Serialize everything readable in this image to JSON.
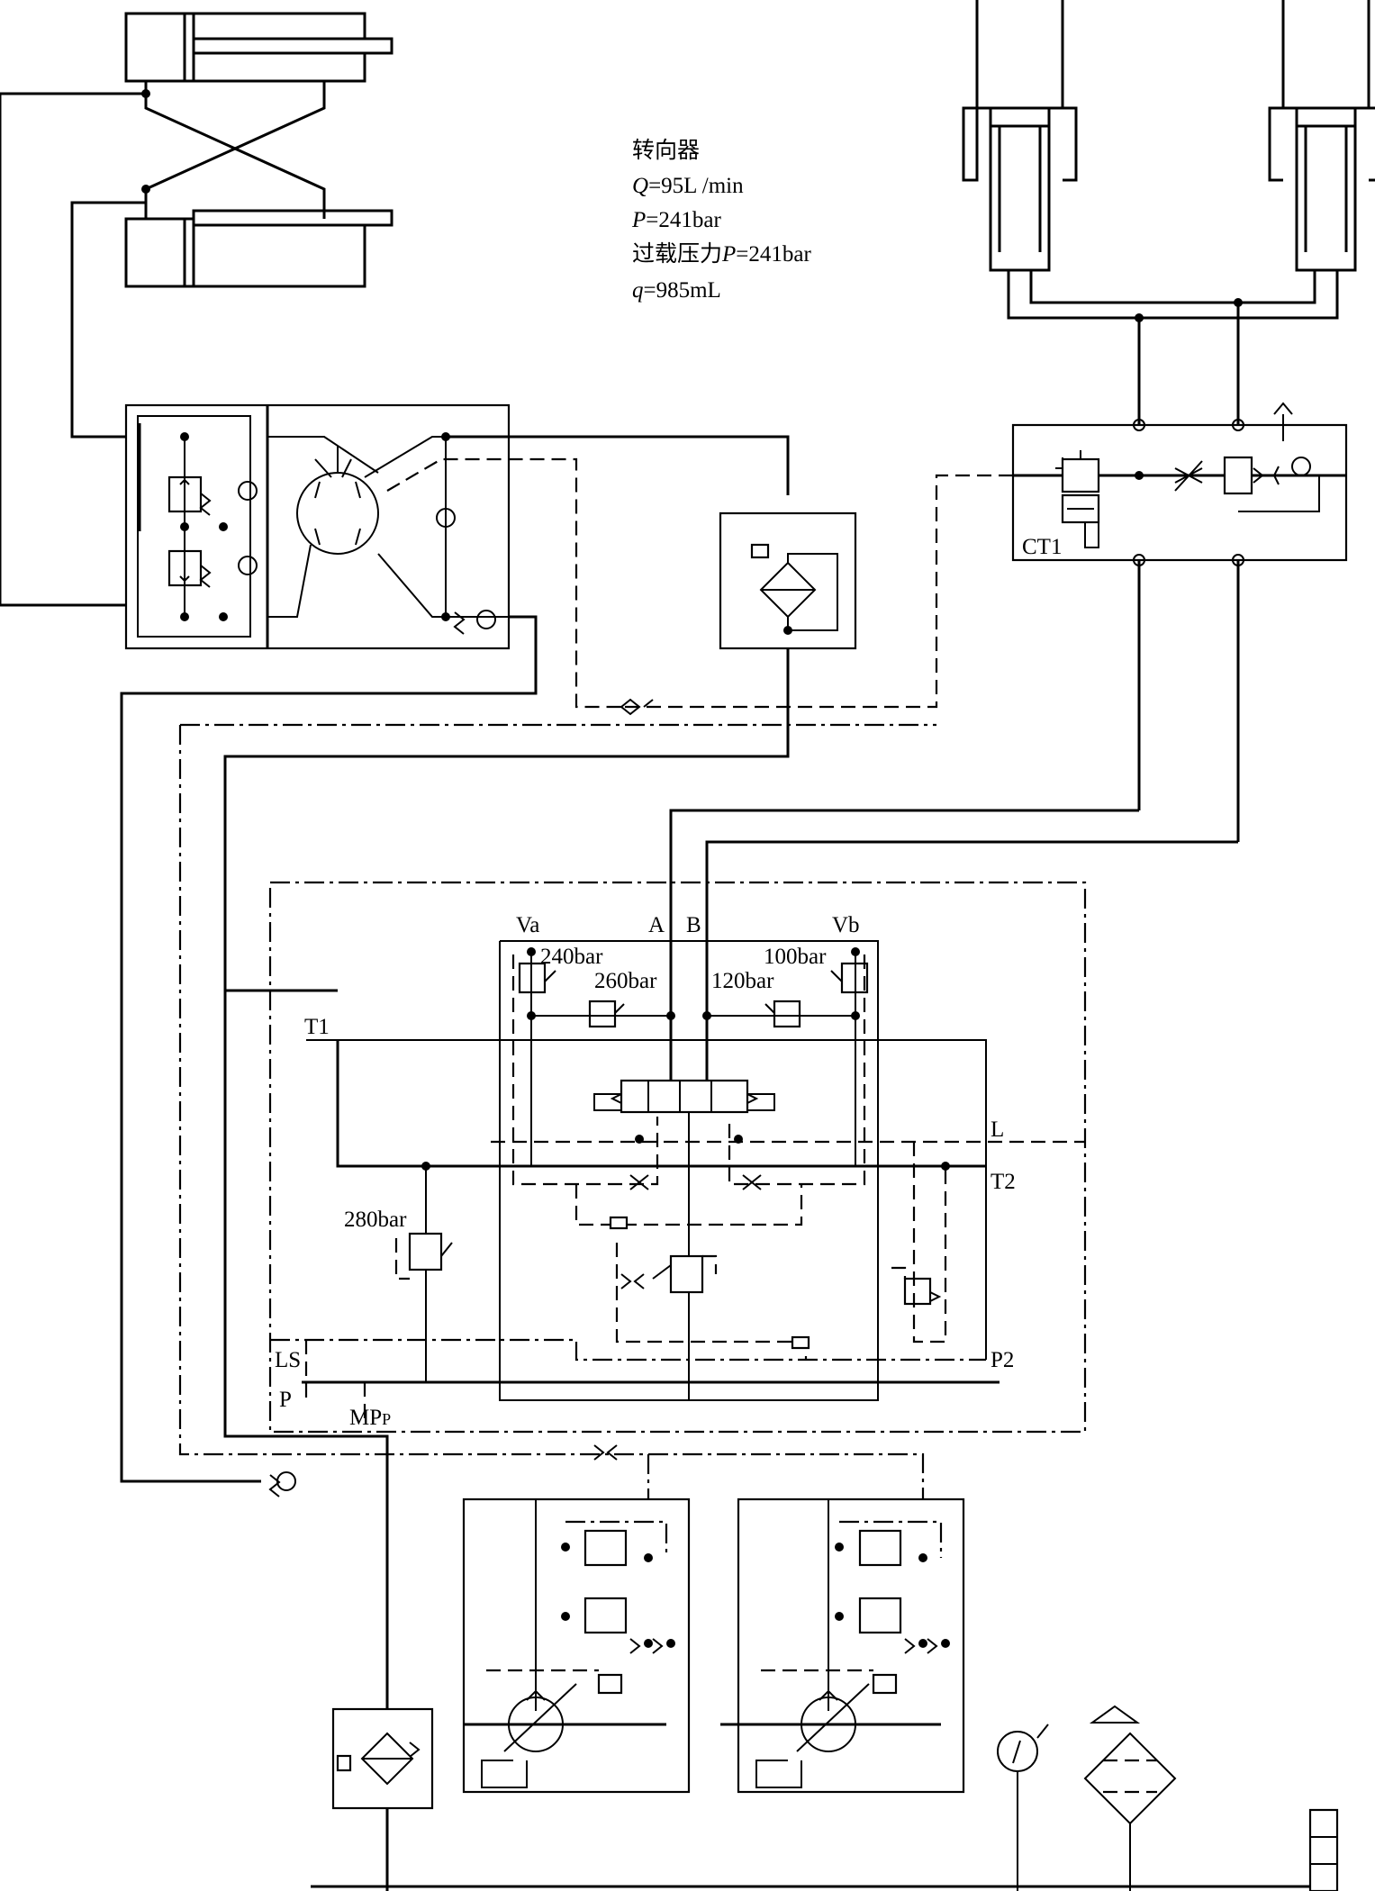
{
  "spec": {
    "title": "转向器",
    "flow_var": "Q",
    "flow_val": "=95L /min",
    "pressure_var": "P",
    "pressure_val": "=241bar",
    "overload_prefix": "过载压力",
    "overload_var": "P",
    "overload_val": "=241bar",
    "disp_var": "q",
    "disp_val": "=985mL"
  },
  "labels": {
    "ct1": "CT1",
    "va": "Va",
    "a": "A",
    "b": "B",
    "vb": "Vb",
    "p240": "240bar",
    "p260": "260bar",
    "p120": "120bar",
    "p100": "100bar",
    "t1": "T1",
    "l": "L",
    "t2": "T2",
    "p280": "280bar",
    "ls": "LS",
    "p2": "P2",
    "p": "P",
    "mp": "MP",
    "mp_sub": "P"
  }
}
